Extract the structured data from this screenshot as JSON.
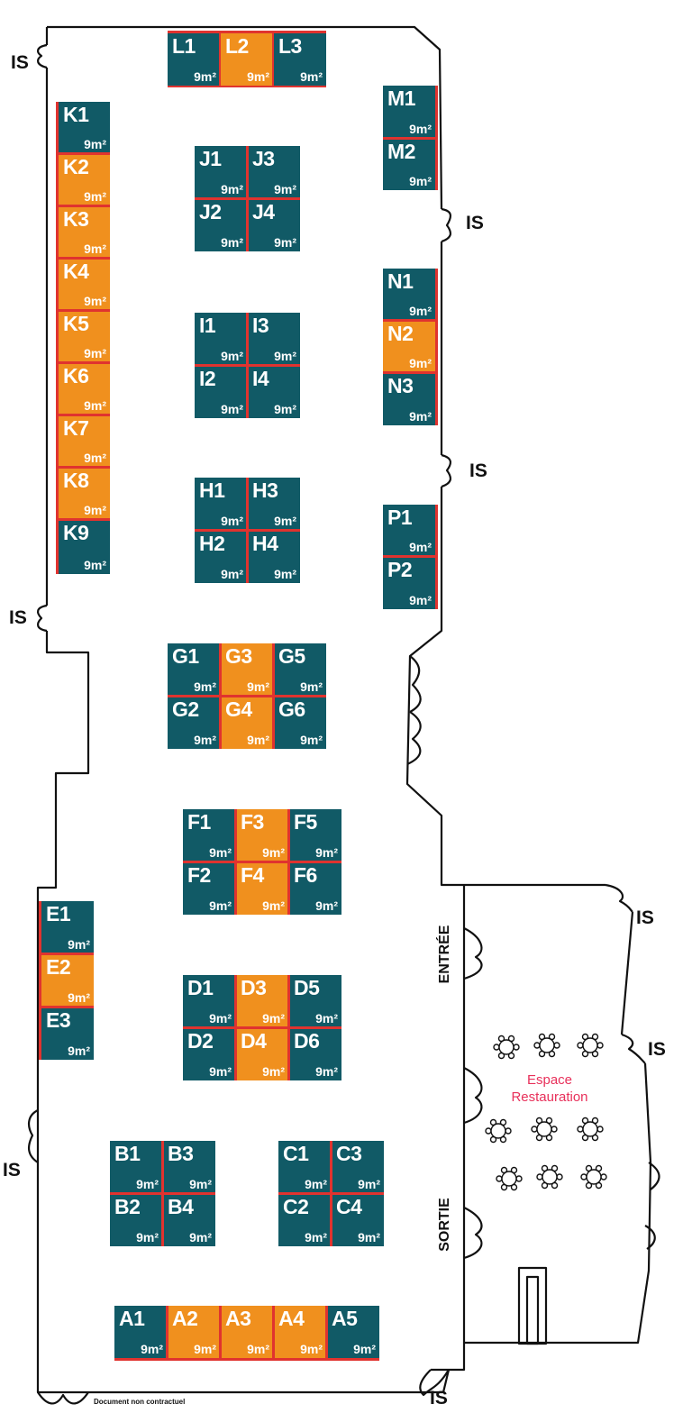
{
  "colors": {
    "teal": "#115a66",
    "orange": "#f0901e",
    "divider": "#e0332f",
    "outline": "#111111",
    "resto_text": "#e8305a"
  },
  "booth_area": "9m²",
  "booths": [
    {
      "id": "L1",
      "c": "teal"
    },
    {
      "id": "L2",
      "c": "orange"
    },
    {
      "id": "L3",
      "c": "teal"
    },
    {
      "id": "M1",
      "c": "teal"
    },
    {
      "id": "M2",
      "c": "teal"
    },
    {
      "id": "K1",
      "c": "teal"
    },
    {
      "id": "K2",
      "c": "orange"
    },
    {
      "id": "K3",
      "c": "orange"
    },
    {
      "id": "K4",
      "c": "orange"
    },
    {
      "id": "K5",
      "c": "orange"
    },
    {
      "id": "K6",
      "c": "orange"
    },
    {
      "id": "K7",
      "c": "orange"
    },
    {
      "id": "K8",
      "c": "orange"
    },
    {
      "id": "K9",
      "c": "teal"
    },
    {
      "id": "J1",
      "c": "teal"
    },
    {
      "id": "J3",
      "c": "teal"
    },
    {
      "id": "J2",
      "c": "teal"
    },
    {
      "id": "J4",
      "c": "teal"
    },
    {
      "id": "N1",
      "c": "teal"
    },
    {
      "id": "N2",
      "c": "orange"
    },
    {
      "id": "N3",
      "c": "teal"
    },
    {
      "id": "I1",
      "c": "teal"
    },
    {
      "id": "I3",
      "c": "teal"
    },
    {
      "id": "I2",
      "c": "teal"
    },
    {
      "id": "I4",
      "c": "teal"
    },
    {
      "id": "H1",
      "c": "teal"
    },
    {
      "id": "H3",
      "c": "teal"
    },
    {
      "id": "H2",
      "c": "teal"
    },
    {
      "id": "H4",
      "c": "teal"
    },
    {
      "id": "P1",
      "c": "teal"
    },
    {
      "id": "P2",
      "c": "teal"
    },
    {
      "id": "G1",
      "c": "teal"
    },
    {
      "id": "G3",
      "c": "orange"
    },
    {
      "id": "G5",
      "c": "teal"
    },
    {
      "id": "G2",
      "c": "teal"
    },
    {
      "id": "G4",
      "c": "orange"
    },
    {
      "id": "G6",
      "c": "teal"
    },
    {
      "id": "F1",
      "c": "teal"
    },
    {
      "id": "F3",
      "c": "orange"
    },
    {
      "id": "F5",
      "c": "teal"
    },
    {
      "id": "F2",
      "c": "teal"
    },
    {
      "id": "F4",
      "c": "orange"
    },
    {
      "id": "F6",
      "c": "teal"
    },
    {
      "id": "E1",
      "c": "teal"
    },
    {
      "id": "E2",
      "c": "orange"
    },
    {
      "id": "E3",
      "c": "teal"
    },
    {
      "id": "D1",
      "c": "teal"
    },
    {
      "id": "D3",
      "c": "orange"
    },
    {
      "id": "D5",
      "c": "teal"
    },
    {
      "id": "D2",
      "c": "teal"
    },
    {
      "id": "D4",
      "c": "orange"
    },
    {
      "id": "D6",
      "c": "teal"
    },
    {
      "id": "B1",
      "c": "teal"
    },
    {
      "id": "B3",
      "c": "teal"
    },
    {
      "id": "B2",
      "c": "teal"
    },
    {
      "id": "B4",
      "c": "teal"
    },
    {
      "id": "C1",
      "c": "teal"
    },
    {
      "id": "C3",
      "c": "teal"
    },
    {
      "id": "C2",
      "c": "teal"
    },
    {
      "id": "C4",
      "c": "teal"
    },
    {
      "id": "A1",
      "c": "teal"
    },
    {
      "id": "A2",
      "c": "orange"
    },
    {
      "id": "A3",
      "c": "orange"
    },
    {
      "id": "A4",
      "c": "orange"
    },
    {
      "id": "A5",
      "c": "teal"
    }
  ],
  "labels": {
    "is": "IS",
    "entree": "ENTRÉE",
    "sortie": "SORTIE",
    "resto_line1": "Espace",
    "resto_line2": "Restauration",
    "note": "Document non contractuel"
  }
}
